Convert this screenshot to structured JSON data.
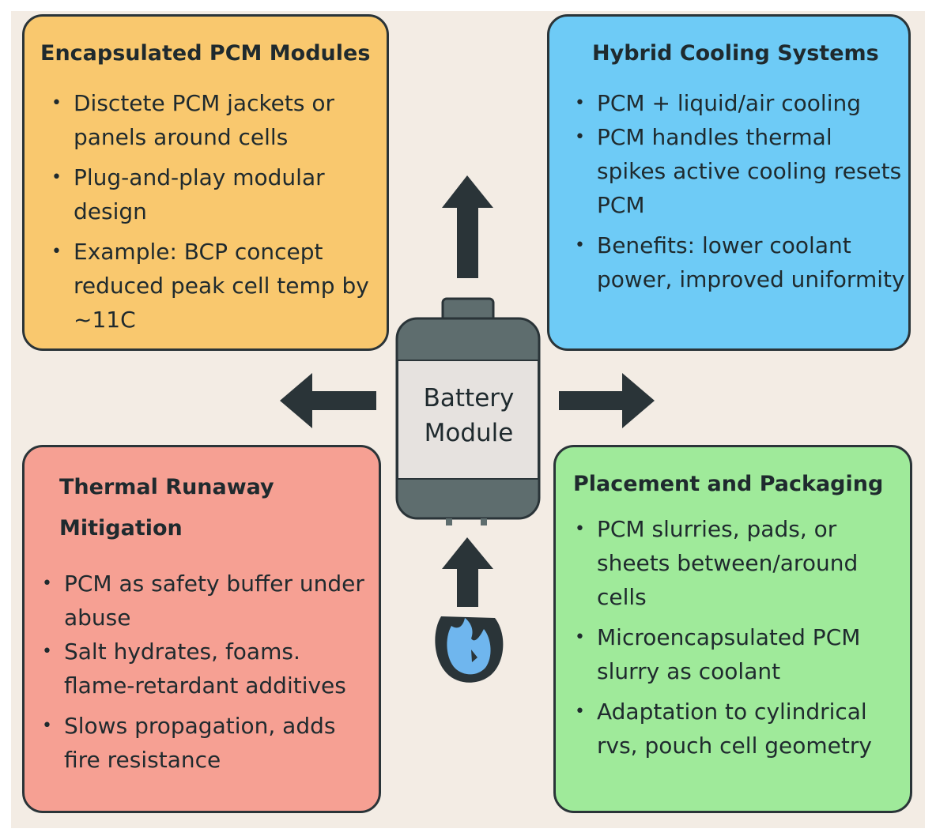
{
  "colors": {
    "background": "#f3ece4",
    "outline": "#2a3438",
    "encapsulated_box": "#f9c86e",
    "hybrid_box": "#6ecbf6",
    "thermal_box": "#f6a093",
    "placement_box": "#9fea9a",
    "battery_body": "#5e6d6e",
    "battery_label_panel": "#e6e2df",
    "flame": "#6fb6ee"
  },
  "icons": {
    "center": "battery-icon",
    "heat_source": "flame-icon",
    "arrows": "arrow-icon"
  },
  "center": {
    "label_line1": "Battery",
    "label_line2": "Module"
  },
  "boxes": {
    "encapsulated": {
      "title": "Encapsulated PCM Modules",
      "items": [
        "Disctete PCM jackets or panels around cells",
        "Plug-and-play modular design",
        "Example: BCP concept reduced peak cell temp by ~11C"
      ]
    },
    "hybrid": {
      "title": "Hybrid Cooling Systems",
      "items": [
        "PCM + liquid/air cooling",
        "PCM handles thermal spikes active cooling resets PCM",
        "Benefits: lower coolant power, improved uniformity"
      ]
    },
    "thermal": {
      "title": "Thermal Runaway Mitigation",
      "items": [
        "PCM as safety buffer under abuse",
        "Salt hydrates, foams. flame-retardant additives",
        "Slows propagation, adds fire resistance"
      ]
    },
    "placement": {
      "title": "Placement and Packaging",
      "items": [
        "PCM slurries, pads, or sheets between/around cells",
        "Microencapsulated PCM slurry as coolant",
        "Adaptation to cylindrical rvs, pouch cell geometry"
      ]
    }
  }
}
